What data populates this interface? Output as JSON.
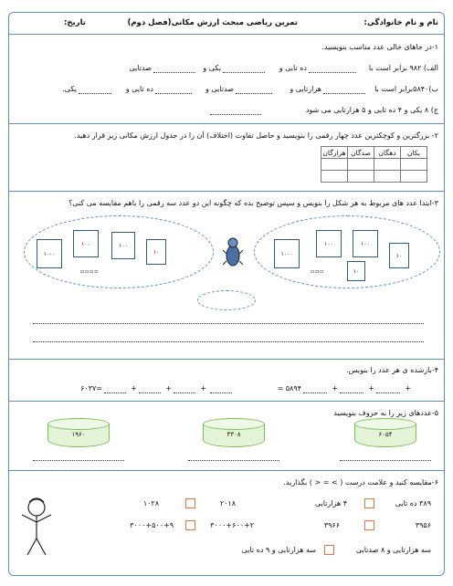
{
  "header": {
    "name_label": "نام و نام خانوادگی:",
    "title": "تمرین ریاضی مبحث ارزش مکانی(فصل دوم)",
    "date_label": "تاریخ:"
  },
  "q1": {
    "prompt": "۱-در جاهای خالی عدد مناسب بنویسید.",
    "a": {
      "lead": "الف) ۹۸۲ برابر است با",
      "w1": "ده تایی و",
      "w2": "یکی و",
      "w3": "صدتایی"
    },
    "b": {
      "lead": "ب)۵۸۴۰برابر است با",
      "w1": "هزارتایی و",
      "w2": "صدتایی و",
      "w3": "ده تایی و",
      "w4": "یکی."
    },
    "c": {
      "text": "ج) ۸ یکی و ۴ ده تایی و ۵ هزارتایی می شود"
    }
  },
  "q2": {
    "prompt": "۲- بزرگترین و کوچکترین عدد چهار رقمی را بنویسید و حاصل تفاوت (اختلاف) آن را در جدول ارزش مکانی زیر قرار دهید.",
    "columns": [
      "یکان",
      "دهگان",
      "صدگان",
      "هزارگان"
    ]
  },
  "q3": {
    "prompt": "۳-ابتدا عدد های مربوط به هر شکل را بنویس و سپس توضیح بده که چگونه این دو عدد سه رقمی را باهم مقایسه می کنی؟",
    "left_cards": [
      "۱۰۰۰",
      "۱۰۰",
      "۱۰۰",
      "۱۰"
    ],
    "right_cards": [
      "۱۰۰۰",
      "۱۰۰",
      "۱۰۰",
      "۱۰",
      "۱۰"
    ]
  },
  "q4": {
    "prompt": "۴-بازشده ی هر عدد را بنویس.",
    "n1": "۵۸۹۴ =",
    "n2": "=۶۰۳۷",
    "plus": "+"
  },
  "q5": {
    "prompt": "۵-عددهای زیر را به حروف بنویسید",
    "values": [
      "۶۰۵۴",
      "۴۳۰۸",
      "۱۹۶۰"
    ]
  },
  "q6": {
    "prompt": "۶-مقایسه کنید و علامت درست ( > = < ) بگذارید.",
    "row1": [
      "۳۸۹ ده تایی",
      "۴ هزارتایی",
      "۲۰۱۸",
      "۱۰۲۸"
    ],
    "row2": [
      "۳۹۵۶",
      "۳۹۶۶",
      "۳۰۰۰+۶۰۰+۲",
      "۳۰۰۰+۵۰۰+۹"
    ],
    "row3": [
      "سه هزارتایی و ۸ صدتایی",
      "سه هزارتایی و ۹ ده تایی"
    ]
  },
  "colors": {
    "border": "#5b8fc7",
    "cylinder": "#7bbd55",
    "checkbox": "#e6763a"
  }
}
